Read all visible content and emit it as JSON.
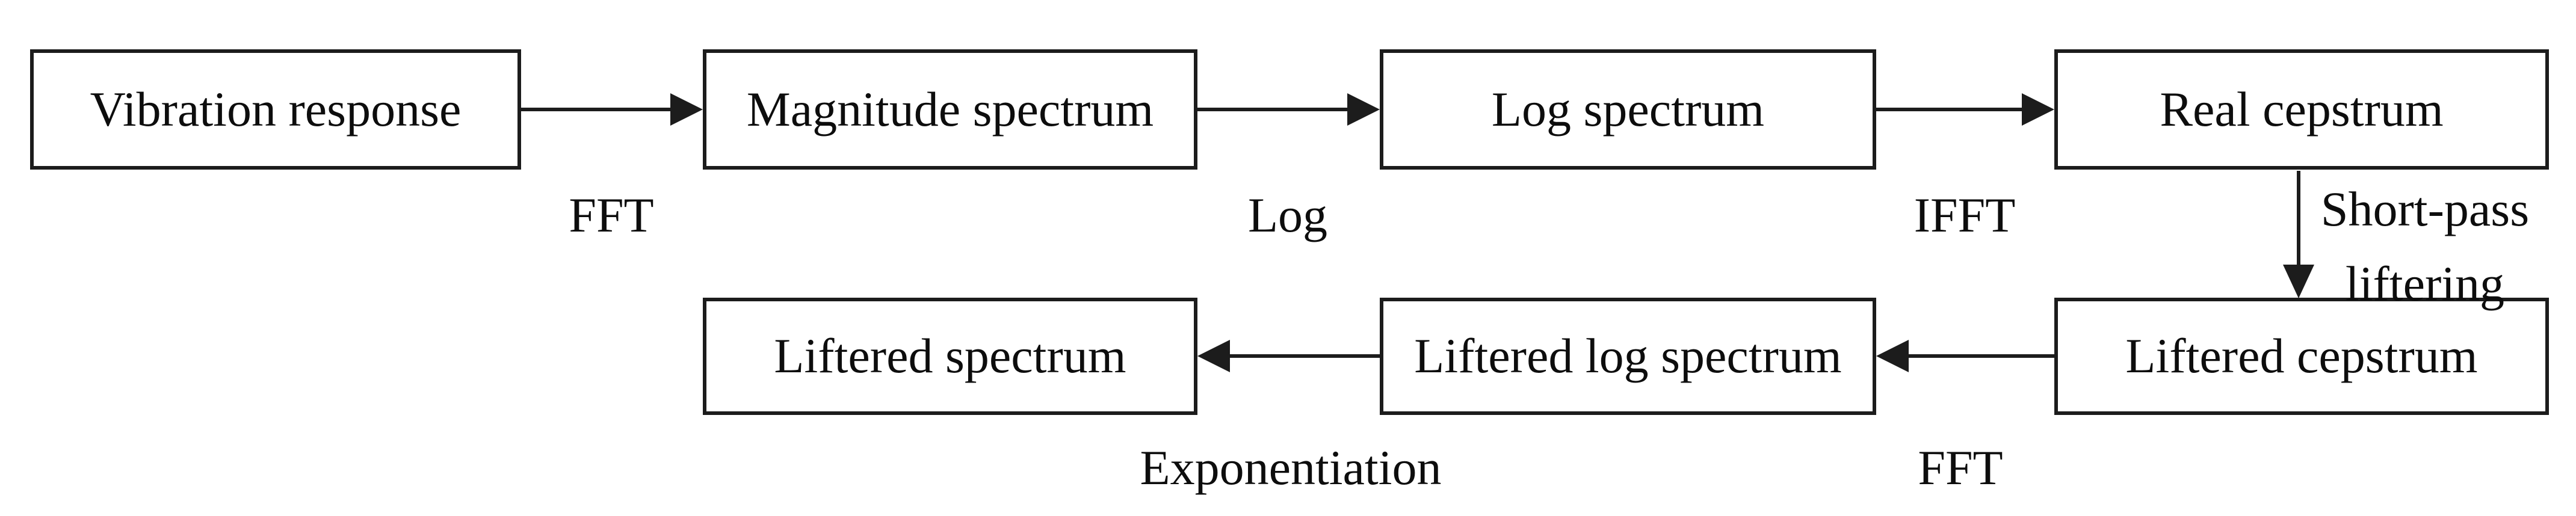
{
  "diagram": {
    "nodes": {
      "vibration_response": "Vibration response",
      "magnitude_spectrum": "Magnitude spectrum",
      "log_spectrum": "Log spectrum",
      "real_cepstrum": "Real cepstrum",
      "liftered_spectrum": "Liftered spectrum",
      "liftered_log_spectrum": "Liftered log spectrum",
      "liftered_cepstrum": "Liftered cepstrum"
    },
    "edge_labels": {
      "fft_top": "FFT",
      "log": "Log",
      "ifft": "IFFT",
      "short_pass_liftering": "Short-pass liftering",
      "fft_bottom": "FFT",
      "exponentiation": "Exponentiation"
    },
    "colors": {
      "background": "#ffffff",
      "line": "#1c1c1c",
      "box_fill": "#ffffff",
      "text": "#0d0d0d"
    }
  }
}
